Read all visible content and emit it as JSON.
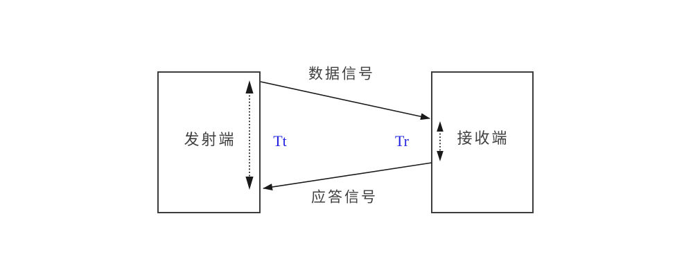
{
  "diagram": {
    "title_hint": "transmitter-receiver signal timing diagram",
    "transmitter_label": "发射端",
    "receiver_label": "接收端",
    "data_signal_label": "数据信号",
    "ack_signal_label": "应答信号",
    "tt_label": "Tt",
    "tr_label": "Tr",
    "colors": {
      "background": "#ffffff",
      "box_border": "#3c3c3c",
      "line": "#1a1a1a",
      "text": "#404040",
      "accent_blue": "#2222e0"
    }
  }
}
